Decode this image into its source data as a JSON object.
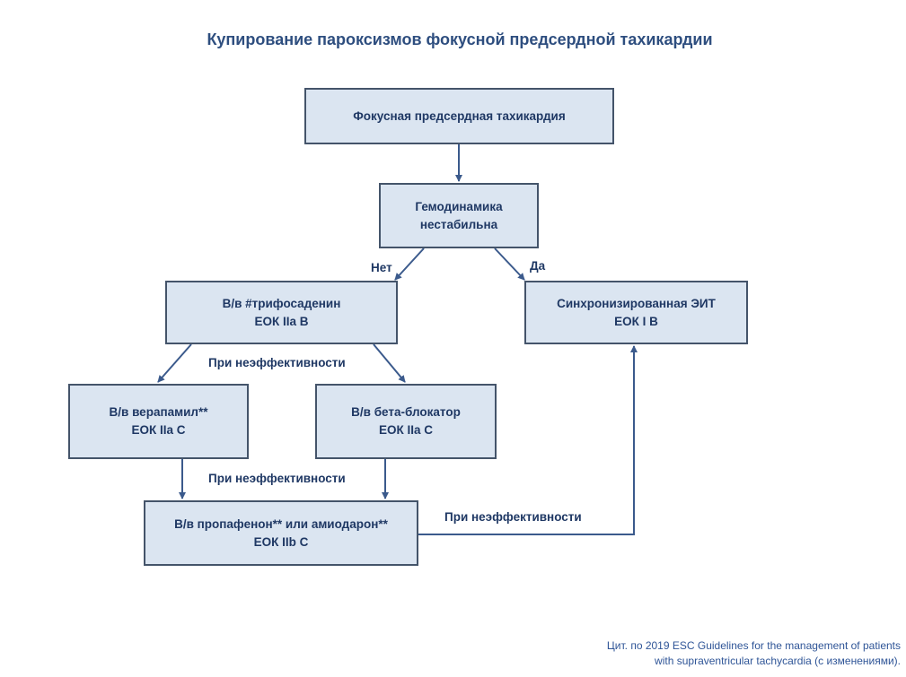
{
  "title": "Купирование пароксизмов фокусной предсердной тахикардии",
  "nodes": {
    "start": {
      "line1": "Фокусная предсердная тахикардия"
    },
    "hemo": {
      "line1": "Гемодинамика",
      "line2": "нестабильна"
    },
    "triphos": {
      "line1": "В/в #трифосаденин",
      "line2": "ЕОК IIa B"
    },
    "eit": {
      "line1": "Синхронизированная ЭИТ",
      "line2": "ЕОК I B"
    },
    "verapamil": {
      "line1": "В/в верапамил**",
      "line2": "ЕОК IIa C"
    },
    "beta": {
      "line1": "В/в бета-блокатор",
      "line2": "ЕОК IIa C"
    },
    "propafenon": {
      "line1": "В/в пропафенон** или амиодарон**",
      "line2": "ЕОК IIb C"
    }
  },
  "labels": {
    "no": "Нет",
    "yes": "Да",
    "ineffective_1": "При неэффективности",
    "ineffective_2": "При неэффективности",
    "ineffective_3": "При неэффективности"
  },
  "source": {
    "line1": "Цит. по 2019 ESC Guidelines for the management of patients",
    "line2": "with supraventricular tachycardia (с изменениями)."
  }
}
